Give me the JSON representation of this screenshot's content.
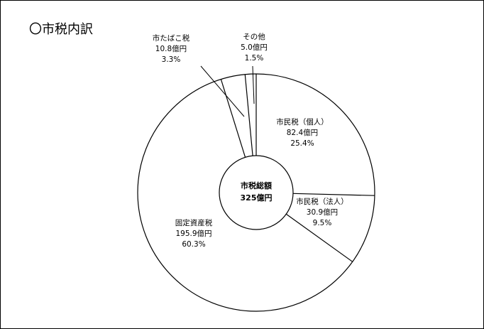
{
  "chart_data": {
    "type": "pie",
    "donut": true,
    "title": "〇市税内訳",
    "center_label": [
      "市税総額",
      "325億円"
    ],
    "slices": [
      {
        "name": "市民税（個人）",
        "amount": "82.4億円",
        "percent": "25.4%",
        "value": 25.4
      },
      {
        "name": "市民税（法人）",
        "amount": "30.9億円",
        "percent": "9.5%",
        "value": 9.5
      },
      {
        "name": "固定資産税",
        "amount": "195.9億円",
        "percent": "60.3%",
        "value": 60.3
      },
      {
        "name": "市たばこ税",
        "amount": "10.8億円",
        "percent": "3.3%",
        "value": 3.3
      },
      {
        "name": "その他",
        "amount": "5.0億円",
        "percent": "1.5%",
        "value": 1.5
      }
    ],
    "start": "top",
    "direction": "clockwise",
    "colors": {
      "fill": "#ffffff",
      "stroke": "#000000"
    }
  }
}
